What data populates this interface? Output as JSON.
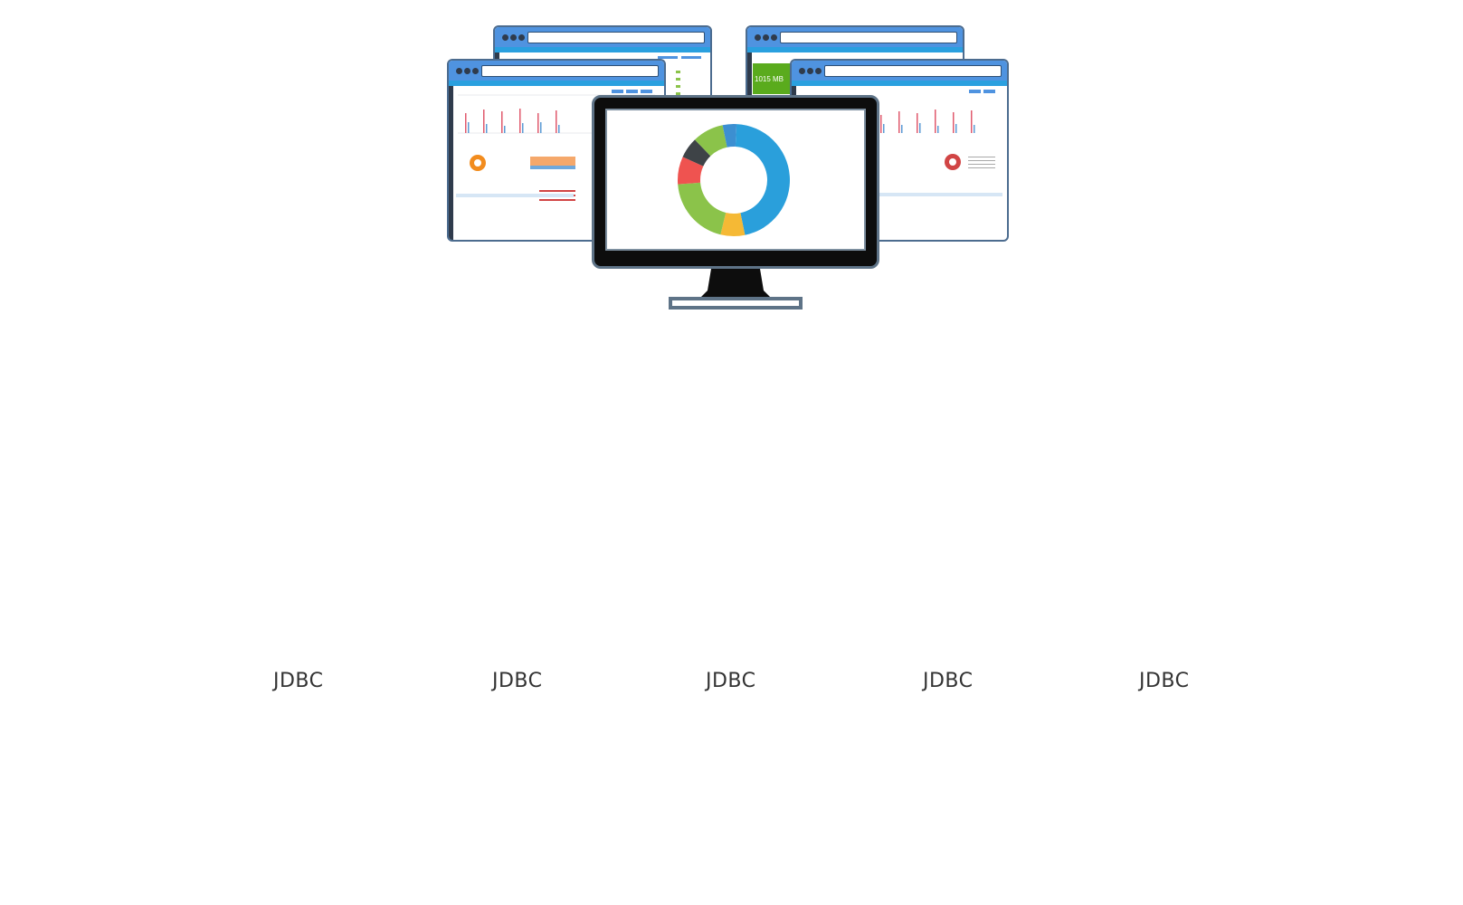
{
  "diagram": {
    "back_left_window": {
      "icon": "dashboard-screenshot"
    },
    "back_right_window": {
      "icon": "dashboard-screenshot"
    },
    "front_left_window": {
      "icon": "dashboard-screenshot"
    },
    "front_right_window": {
      "icon": "dashboard-screenshot",
      "memory_tile": "1015 MB"
    },
    "monitor": {
      "icon": "monitor-icon",
      "donut_segments": [
        {
          "name": "blue",
          "value": 46,
          "color": "#2a9fdb"
        },
        {
          "name": "yellow",
          "value": 7,
          "color": "#f5b935"
        },
        {
          "name": "green",
          "value": 20,
          "color": "#8bc34a"
        },
        {
          "name": "red",
          "value": 8,
          "color": "#ef5350"
        },
        {
          "name": "dark-gray",
          "value": 6,
          "color": "#3e4347"
        },
        {
          "name": "light-green",
          "value": 9,
          "color": "#8bc34a"
        },
        {
          "name": "mid-blue",
          "value": 4,
          "color": "#3c8fd1"
        }
      ]
    },
    "connectors": [
      {
        "label": "JDBC"
      },
      {
        "label": "JDBC"
      },
      {
        "label": "JDBC"
      },
      {
        "label": "JDBC"
      },
      {
        "label": "JDBC"
      }
    ]
  },
  "colors": {
    "window_titlebar": "#4f93e0",
    "window_border": "#4c6c8f",
    "monitor_frame": "#0d0d0d",
    "green_tile": "#5aab1d"
  }
}
